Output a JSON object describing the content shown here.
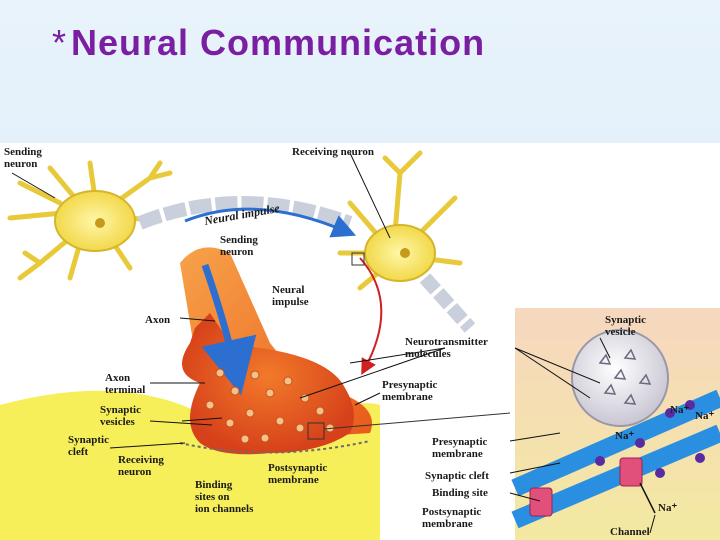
{
  "slide": {
    "bullet": "*",
    "title": "Neural Communication"
  },
  "diagram": {
    "labels": {
      "sending_neuron_top": [
        "Sending",
        "neuron"
      ],
      "receiving_neuron_top": "Receiving neuron",
      "neural_impulse_arc": "Neural impulse",
      "sending_neuron_mid": [
        "Sending",
        "neuron"
      ],
      "neural_impulse_mid": [
        "Neural",
        "impulse"
      ],
      "axon": "Axon",
      "axon_terminal": [
        "Axon",
        "terminal"
      ],
      "synaptic_vesicles": [
        "Synaptic",
        "vesicles"
      ],
      "synaptic_cleft_left": [
        "Synaptic",
        "cleft"
      ],
      "receiving_neuron_bottom": [
        "Receiving",
        "neuron"
      ],
      "binding_sites": [
        "Binding",
        "sites on",
        "ion channels"
      ],
      "postsynaptic_membrane_left": [
        "Postsynaptic",
        "membrane"
      ],
      "neurotransmitter_molecules": [
        "Neurotransmitter",
        "molecules"
      ],
      "presynaptic_membrane_left": [
        "Presynaptic",
        "membrane"
      ],
      "synaptic_vesicle_inset": [
        "Synaptic",
        "vesicle"
      ],
      "presynaptic_membrane_right": [
        "Presynaptic",
        "membrane"
      ],
      "synaptic_cleft_right": "Synaptic cleft",
      "binding_site": "Binding site",
      "postsynaptic_membrane_right": [
        "Postsynaptic",
        "membrane"
      ],
      "channel": "Channel",
      "na_ion": "Na⁺"
    }
  }
}
